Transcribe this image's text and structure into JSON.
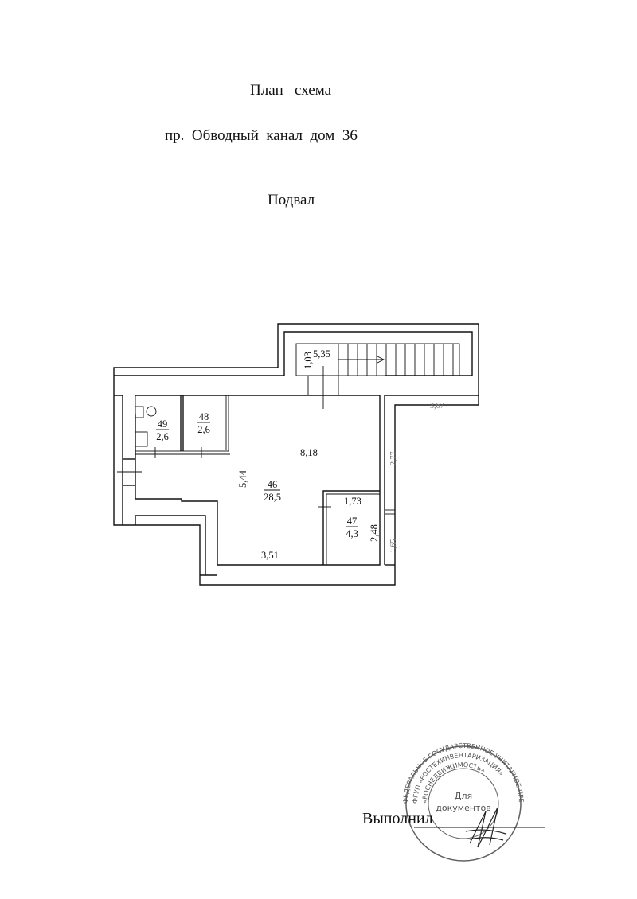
{
  "header": {
    "title": "План   схема",
    "address": "пр.  Обводный  канал  дом  36",
    "floor": "Подвал"
  },
  "plan": {
    "rooms": [
      {
        "number": "49",
        "area": "2,6"
      },
      {
        "number": "48",
        "area": "2,6"
      },
      {
        "number": "46",
        "area": "28,5"
      },
      {
        "number": "47",
        "area": "4,3"
      }
    ],
    "dimensions": {
      "stair_width": "1,03",
      "stair_length": "5,35",
      "room46_length": "8,18",
      "room46_width": "5,44",
      "room46_bottom": "3,51",
      "room47_width": "1,73",
      "room47_length": "2,48",
      "corridor_top": "3,67",
      "corridor_side": "2,77",
      "corridor_low": "1,65"
    }
  },
  "footer": {
    "signed_label": "Выполнил",
    "stamp_outer": "ФЕДЕРАЛЬНОЕ ГОСУДАРСТВЕННОЕ УНИТАРНОЕ ПРЕДПРИЯТИЕ",
    "stamp_middle": "ФГУП «РОСТЕХИНВЕНТАРИЗАЦИЯ»",
    "stamp_inner": "«РОСНЕДВИЖИМОСТЬ»",
    "stamp_center_1": "Для",
    "stamp_center_2": "документов"
  }
}
